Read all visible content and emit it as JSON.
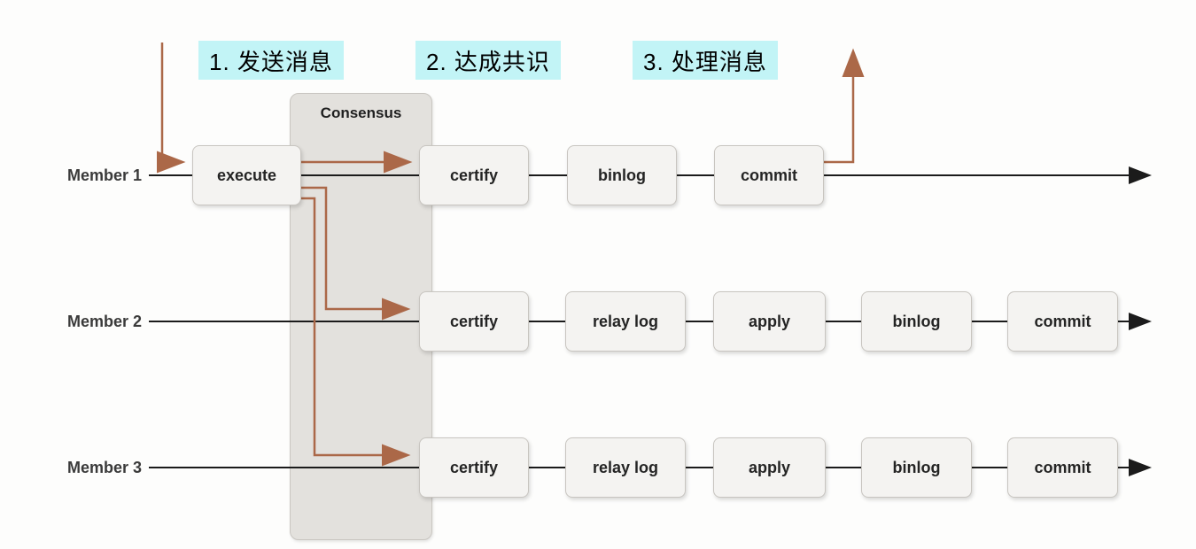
{
  "steps": [
    {
      "label": "1. 发送消息"
    },
    {
      "label": "2. 达成共识"
    },
    {
      "label": "3. 处理消息"
    }
  ],
  "consensus": {
    "label": "Consensus"
  },
  "members": [
    {
      "name": "Member 1",
      "boxes": [
        "execute",
        "certify",
        "binlog",
        "commit"
      ]
    },
    {
      "name": "Member 2",
      "boxes": [
        "certify",
        "relay log",
        "apply",
        "binlog",
        "commit"
      ]
    },
    {
      "name": "Member 3",
      "boxes": [
        "certify",
        "relay log",
        "apply",
        "binlog",
        "commit"
      ]
    }
  ],
  "colors": {
    "accent_orange": "#ab6848",
    "highlight_cyan": "#c2f4f6",
    "band_fill": "#e3e1dd",
    "box_fill": "#f4f3f1",
    "line_black": "#1b1b1b"
  }
}
